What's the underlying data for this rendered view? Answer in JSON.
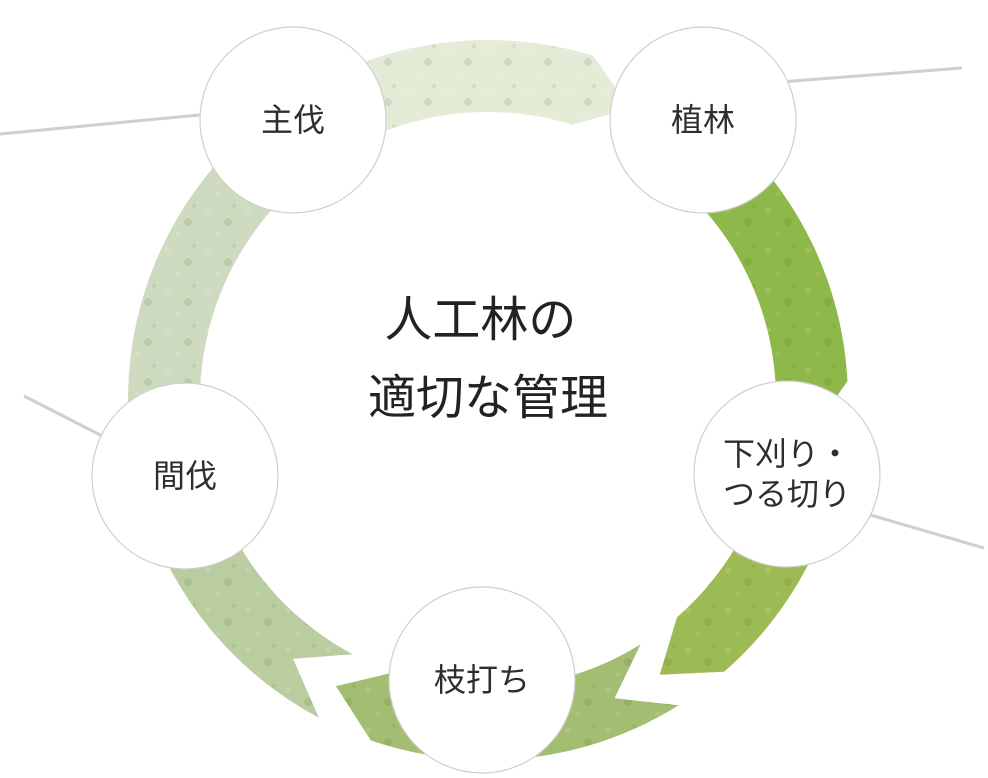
{
  "diagram": {
    "center_title": [
      "人工林の",
      "適切な管理"
    ],
    "stages": [
      {
        "id": "shubatsu",
        "label": [
          "主伐"
        ]
      },
      {
        "id": "shokurin",
        "label": [
          "植林"
        ]
      },
      {
        "id": "shitagari",
        "label": [
          "下刈り・",
          "つる切り"
        ]
      },
      {
        "id": "edauchi",
        "label": [
          "枝打ち"
        ]
      },
      {
        "id": "kanbatsu",
        "label": [
          "間伐"
        ]
      }
    ]
  }
}
